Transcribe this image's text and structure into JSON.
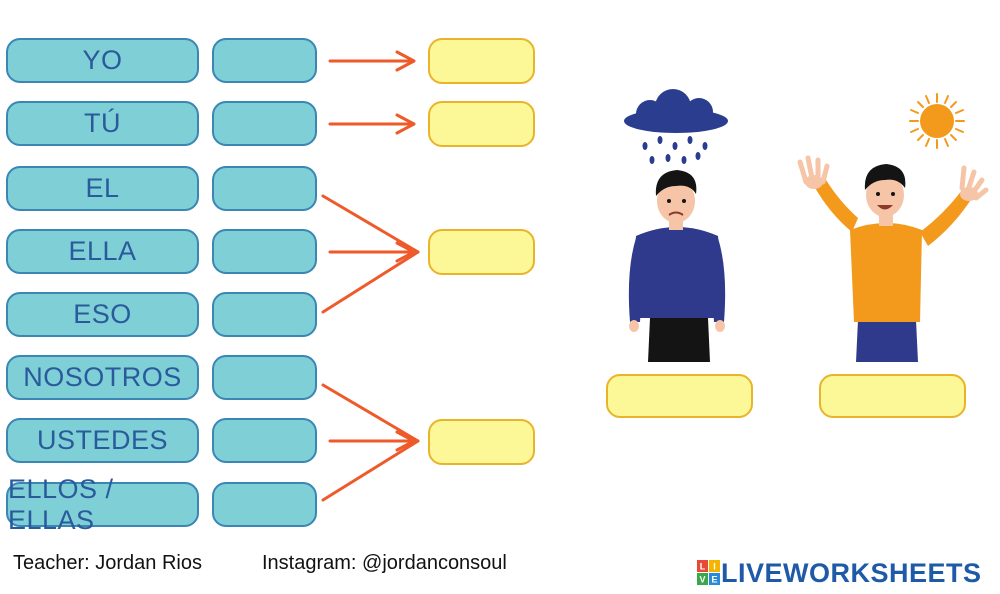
{
  "pronouns": [
    "YO",
    "TÚ",
    "EL",
    "ELLA",
    "ESO",
    "NOSOTROS",
    "USTEDES",
    "ELLOS / ELLAS"
  ],
  "credits": {
    "teacher": "Teacher: Jordan Rios",
    "instagram": "Instagram:  @jordanconsoul"
  },
  "logo": {
    "text": "LIVEWORKSHEETS",
    "badge_letters": [
      "L",
      "I",
      "V",
      "E"
    ]
  },
  "colors": {
    "pronoun_fill": "#7fcfd6",
    "pronoun_border": "#3a86b4",
    "answer_fill": "#fcf797",
    "answer_border": "#eab42a",
    "arrow": "#ee5a2a"
  },
  "illustrations": [
    "sad-boy-under-rain-cloud",
    "happy-boy-under-sun"
  ]
}
